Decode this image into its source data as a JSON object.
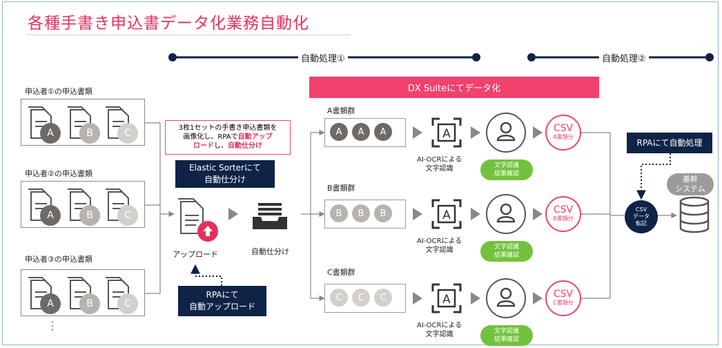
{
  "title": "各種手書き申込書データ化業務自動化",
  "phases": {
    "phase1": "自動処理①",
    "phase2": "自動処理②"
  },
  "dx_banner": "DX Suiteにてデータ化",
  "applicants": [
    {
      "label": "申込者①の申込書類",
      "docs": [
        "A",
        "B",
        "C"
      ]
    },
    {
      "label": "申込者②の申込書類",
      "docs": [
        "A",
        "B",
        "C"
      ]
    },
    {
      "label": "申込者③の申込書類",
      "docs": [
        "A",
        "B",
        "C"
      ]
    }
  ],
  "ellipsis": "⋮",
  "note": {
    "line1": "3枚1セットの手書き申込書類を",
    "line2_a": "画像化し、RPAで",
    "line2_b": "自動アップ",
    "line3_a": "ロード",
    "line3_b": "し、",
    "line3_c": "自動仕分け"
  },
  "sorter_box": {
    "line1": "Elastic Sorterにて",
    "line2": "自動仕分け"
  },
  "upload_label": "アップロード",
  "auto_sort_label": "自動仕分け",
  "rpa_upload_box": {
    "line1": "RPAにて",
    "line2": "自動アップロード"
  },
  "groups": [
    {
      "label": "A書類群",
      "letter": "A",
      "csv": "CSV",
      "csv_sub": "A書類分"
    },
    {
      "label": "B書類群",
      "letter": "B",
      "csv": "CSV",
      "csv_sub": "B書類分"
    },
    {
      "label": "C書類群",
      "letter": "C",
      "csv": "CSV",
      "csv_sub": "C書類分"
    }
  ],
  "ocr_label": {
    "line1": "AI-OCRによる",
    "line2": "文字認識"
  },
  "verify_pill": {
    "line1": "文字認識",
    "line2": "結果確認"
  },
  "rpa_auto_box": "RPAにて自動処理",
  "csv_transfer": {
    "line1": "CSV",
    "line2": "データ",
    "line3": "転記"
  },
  "core_system": {
    "line1": "基幹",
    "line2": "システム"
  },
  "colors": {
    "accent": "#f2416d",
    "navy": "#0f2347",
    "green": "#73c23d",
    "badge_a": "#6f6a66",
    "badge_b": "#b7b3ae",
    "badge_c": "#d3d0cc"
  },
  "icons": [
    "document-icon",
    "upload-icon",
    "tray-icon",
    "ocr-scan-icon",
    "person-icon",
    "database-icon"
  ]
}
